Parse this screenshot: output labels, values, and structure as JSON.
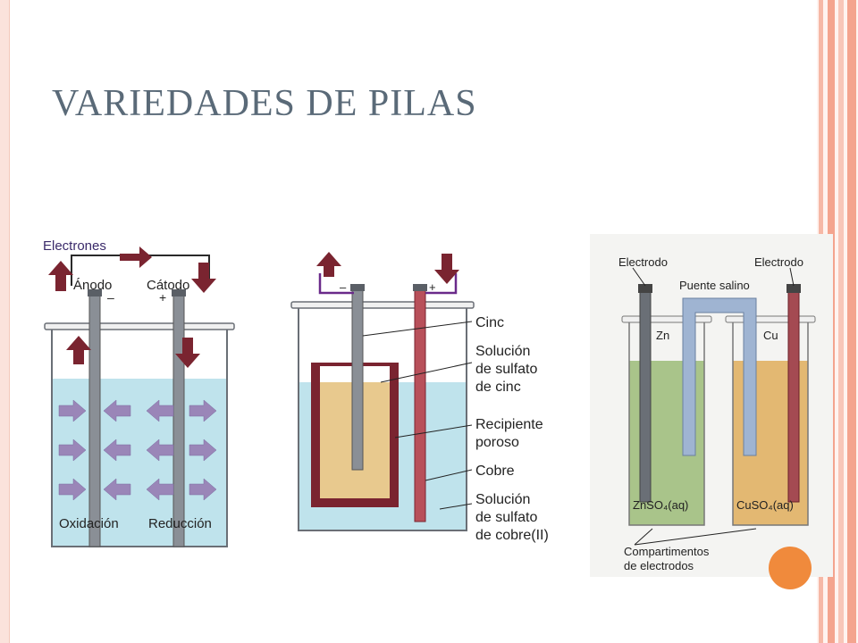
{
  "slide": {
    "title": "VARIEDADES DE PILAS"
  },
  "panel1": {
    "electrons": "Electrones",
    "anode": "Ánodo",
    "cathode": "Cátodo",
    "minus": "–",
    "plus": "+",
    "oxidation": "Oxidación",
    "reduction": "Reducción"
  },
  "panel2": {
    "minus": "–",
    "plus": "+",
    "zinc": "Cinc",
    "zinc_solution": [
      "Solución",
      "de sulfato",
      "de cinc"
    ],
    "porous": [
      "Recipiente",
      "poroso"
    ],
    "copper": "Cobre",
    "copper_solution": [
      "Solución",
      "de sulfato",
      "de cobre(II)"
    ]
  },
  "panel3": {
    "electrode_left": "Electrodo",
    "electrode_right": "Electrodo",
    "salt_bridge": "Puente salino",
    "zn": "Zn",
    "cu": "Cu",
    "znso4": "ZnSO₄(aq)",
    "cuso4": "CuSO₄(aq)",
    "compartments": [
      "Compartimentos",
      "de electrodos"
    ]
  },
  "colors": {
    "title": "#5a6a78",
    "arrow_dark": "#7a2430",
    "arrow_light": "#9a86b8",
    "solution_blue": "#bfe3ec",
    "copper_rod": "#b8505a",
    "zinc_rod": "#8a8f96",
    "porous_tan": "#e8c98e",
    "porous_wall": "#7a2430",
    "wire_purple": "#6a2a8a",
    "green_solution": "#a9c48a",
    "orange_dot": "#f08a3c"
  }
}
